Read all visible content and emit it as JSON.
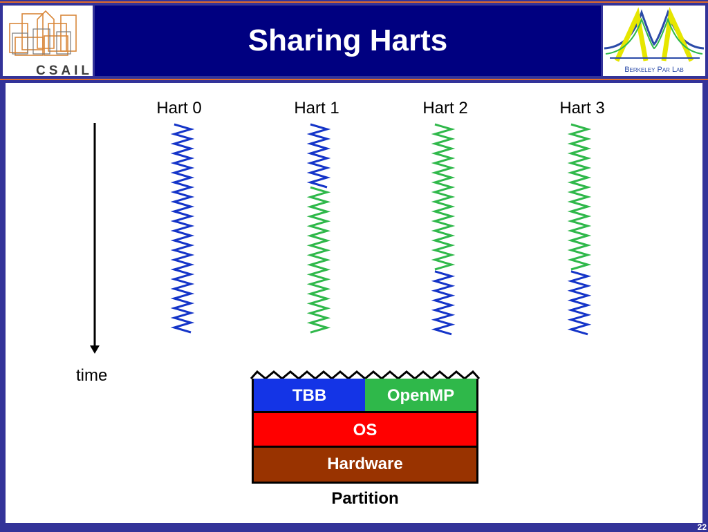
{
  "title": "Sharing Harts",
  "logos": {
    "left_text": "CSAIL",
    "right_text": "Berkeley Par Lab"
  },
  "harts": [
    {
      "label": "Hart 0",
      "segments": [
        {
          "color": "#1434c8",
          "fraction": 1.0
        }
      ]
    },
    {
      "label": "Hart 1",
      "segments": [
        {
          "color": "#1434c8",
          "fraction": 0.3
        },
        {
          "color": "#2fb84a",
          "fraction": 0.7
        }
      ]
    },
    {
      "label": "Hart 2",
      "segments": [
        {
          "color": "#2fb84a",
          "fraction": 0.7
        },
        {
          "color": "#1434c8",
          "fraction": 0.3
        }
      ]
    },
    {
      "label": "Hart 3",
      "segments": [
        {
          "color": "#2fb84a",
          "fraction": 0.7
        },
        {
          "color": "#1434c8",
          "fraction": 0.3
        }
      ]
    }
  ],
  "time_label": "time",
  "stack": {
    "tbb": "TBB",
    "openmp": "OpenMP",
    "os": "OS",
    "hardware": "Hardware",
    "partition": "Partition"
  },
  "colors": {
    "tbb": "#1434e6",
    "openmp": "#2fb84a",
    "os": "#ff0000",
    "hardware": "#993300",
    "title_bar": "#000080",
    "background": "#333399"
  },
  "page_number": "22"
}
